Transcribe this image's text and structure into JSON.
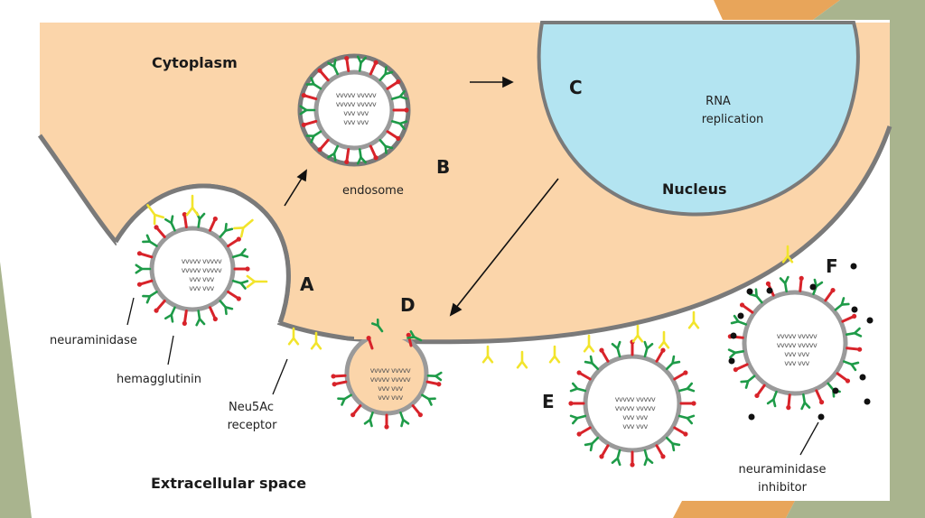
{
  "diagram": {
    "regions": {
      "cytoplasm": "Cytoplasm",
      "nucleus": "Nucleus",
      "extracellular": "Extracellular space"
    },
    "stages": {
      "A": "A",
      "B": "B",
      "C": "C",
      "D": "D",
      "E": "E",
      "F": "F"
    },
    "labels": {
      "endosome": "endosome",
      "rna_line1": "RNA",
      "rna_line2": "replication",
      "neuraminidase": "neuraminidase",
      "hemagglutinin": "hemagglutinin",
      "neu5ac_line1": "Neu5Ac",
      "neu5ac_line2": "receptor",
      "inhibitor_line1": "neuraminidase",
      "inhibitor_line2": "inhibitor"
    },
    "rna_glyphs": [
      "vvvvv vvvvv",
      "vvvvv vvvvv",
      "vvv vvv",
      "vvv vvv"
    ],
    "colors": {
      "cytoplasm": "#fbd5aa",
      "nucleus": "#b3e4f1",
      "membrane": "#7a7a7a",
      "hemagglutinin": "#d8232a",
      "neuraminidase": "#1e9b48",
      "receptor": "#f2e42c",
      "inhibitor": "#111111",
      "slide_green": "#a9b48e",
      "slide_orange": "#e8a55a"
    }
  }
}
